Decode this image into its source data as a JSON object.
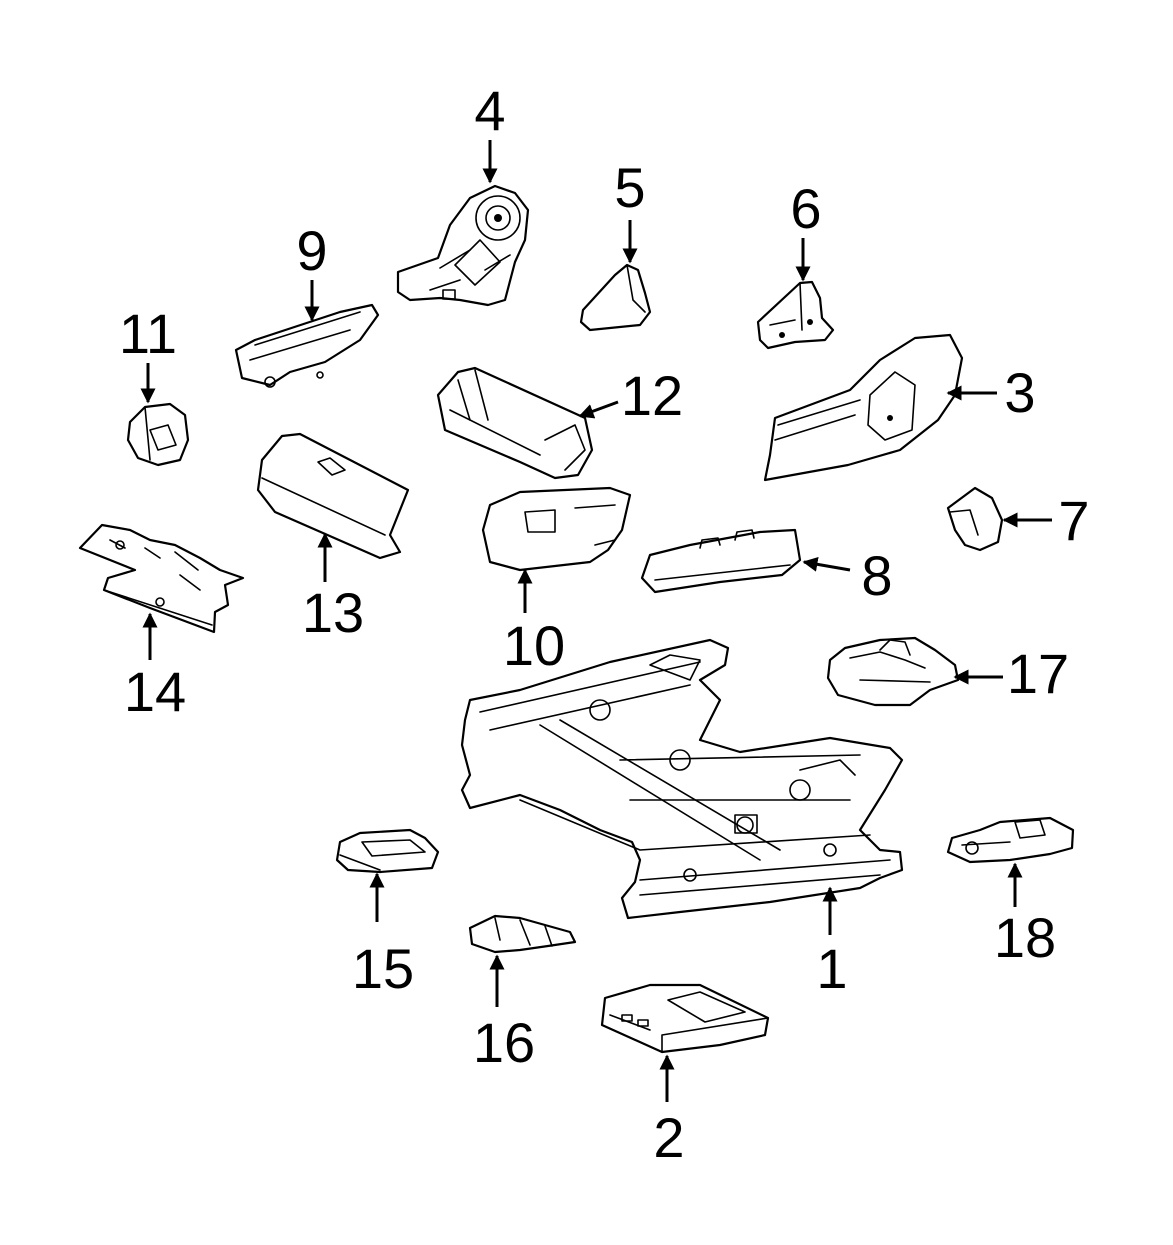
{
  "diagram": {
    "callouts": [
      {
        "id": "1",
        "label": "1"
      },
      {
        "id": "2",
        "label": "2"
      },
      {
        "id": "3",
        "label": "3"
      },
      {
        "id": "4",
        "label": "4"
      },
      {
        "id": "5",
        "label": "5"
      },
      {
        "id": "6",
        "label": "6"
      },
      {
        "id": "7",
        "label": "7"
      },
      {
        "id": "8",
        "label": "8"
      },
      {
        "id": "9",
        "label": "9"
      },
      {
        "id": "10",
        "label": "10"
      },
      {
        "id": "11",
        "label": "11"
      },
      {
        "id": "12",
        "label": "12"
      },
      {
        "id": "13",
        "label": "13"
      },
      {
        "id": "14",
        "label": "14"
      },
      {
        "id": "15",
        "label": "15"
      },
      {
        "id": "16",
        "label": "16"
      },
      {
        "id": "17",
        "label": "17"
      },
      {
        "id": "18",
        "label": "18"
      }
    ],
    "colors": {
      "line": "#000000",
      "fill": "#ffffff"
    }
  }
}
